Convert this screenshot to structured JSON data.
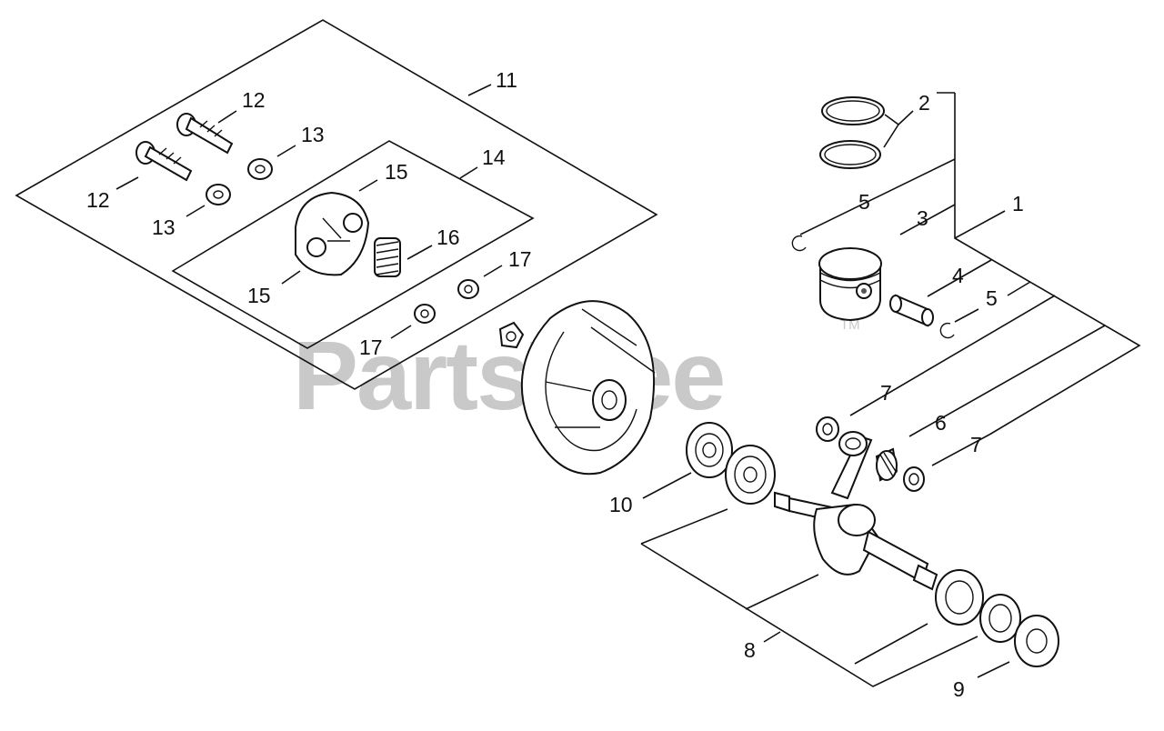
{
  "watermark": {
    "text": "PartsTree",
    "trademark": "TM"
  },
  "callouts": {
    "c1": "1",
    "c2": "2",
    "c3": "3",
    "c4": "4",
    "c5a": "5",
    "c5b": "5",
    "c6": "6",
    "c7a": "7",
    "c7b": "7",
    "c8": "8",
    "c9": "9",
    "c10": "10",
    "c11": "11",
    "c12a": "12",
    "c12b": "12",
    "c13a": "13",
    "c13b": "13",
    "c14": "14",
    "c15a": "15",
    "c15b": "15",
    "c16": "16",
    "c17a": "17",
    "c17b": "17"
  }
}
